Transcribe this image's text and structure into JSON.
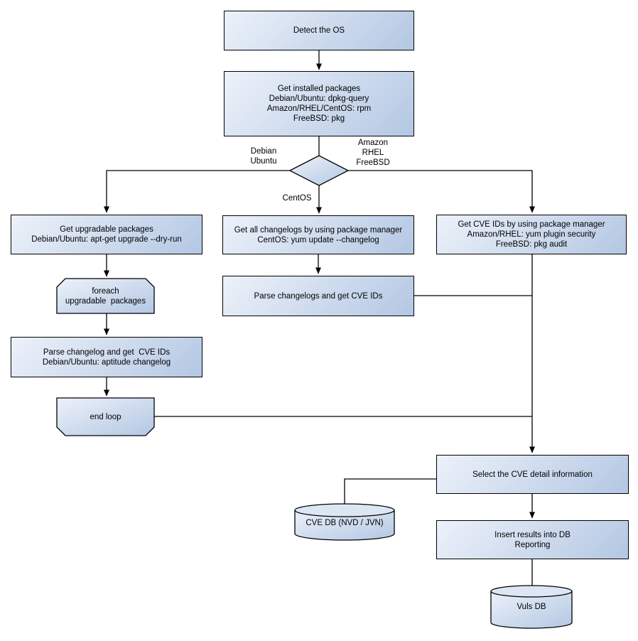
{
  "nodes": {
    "detect_os": {
      "label": "Detect the OS"
    },
    "get_installed_packages": {
      "label": "Get installed packages\nDebian/Ubuntu: dpkg-query\nAmazon/RHEL/CentOS: rpm\nFreeBSD: pkg"
    },
    "get_upgradable_packages": {
      "label": "Get upgradable packages\nDebian/Ubuntu: apt-get upgrade --dry-run"
    },
    "foreach_loop": {
      "label": "foreach\nupgradable  packages"
    },
    "parse_changelog_debian": {
      "label": "Parse changelog and get  CVE IDs\nDebian/Ubuntu: aptitude changelog"
    },
    "end_loop": {
      "label": "end loop"
    },
    "get_all_changelogs": {
      "label": "Get all changelogs by using package manager\nCentOS: yum update --changelog"
    },
    "parse_changelogs": {
      "label": "Parse changelogs and get CVE IDs"
    },
    "get_cve_ids_pkg_manager": {
      "label": "Get CVE IDs by using package manager\nAmazon/RHEL: yum plugin security\nFreeBSD: pkg audit"
    },
    "select_cve_detail": {
      "label": "Select the CVE detail information"
    },
    "insert_results": {
      "label": "Insert results into DB\nReporting"
    },
    "cve_db": {
      "label": "CVE DB (NVD / JVN)"
    },
    "vuls_db": {
      "label": "Vuls DB"
    }
  },
  "edge_labels": {
    "debian_ubuntu": "Debian\nUbuntu",
    "amazon_rhel_freebsd": "Amazon\nRHEL\nFreeBSD",
    "centos": "CentOS"
  },
  "colors": {
    "node_fill_light": "#edf2fa",
    "node_fill_dark": "#b3c7e3",
    "cylinder_top": "#dde7f4",
    "node_border": "#000000",
    "connector": "#000000",
    "canvas_bg": "#ffffff",
    "text": "#000000"
  }
}
